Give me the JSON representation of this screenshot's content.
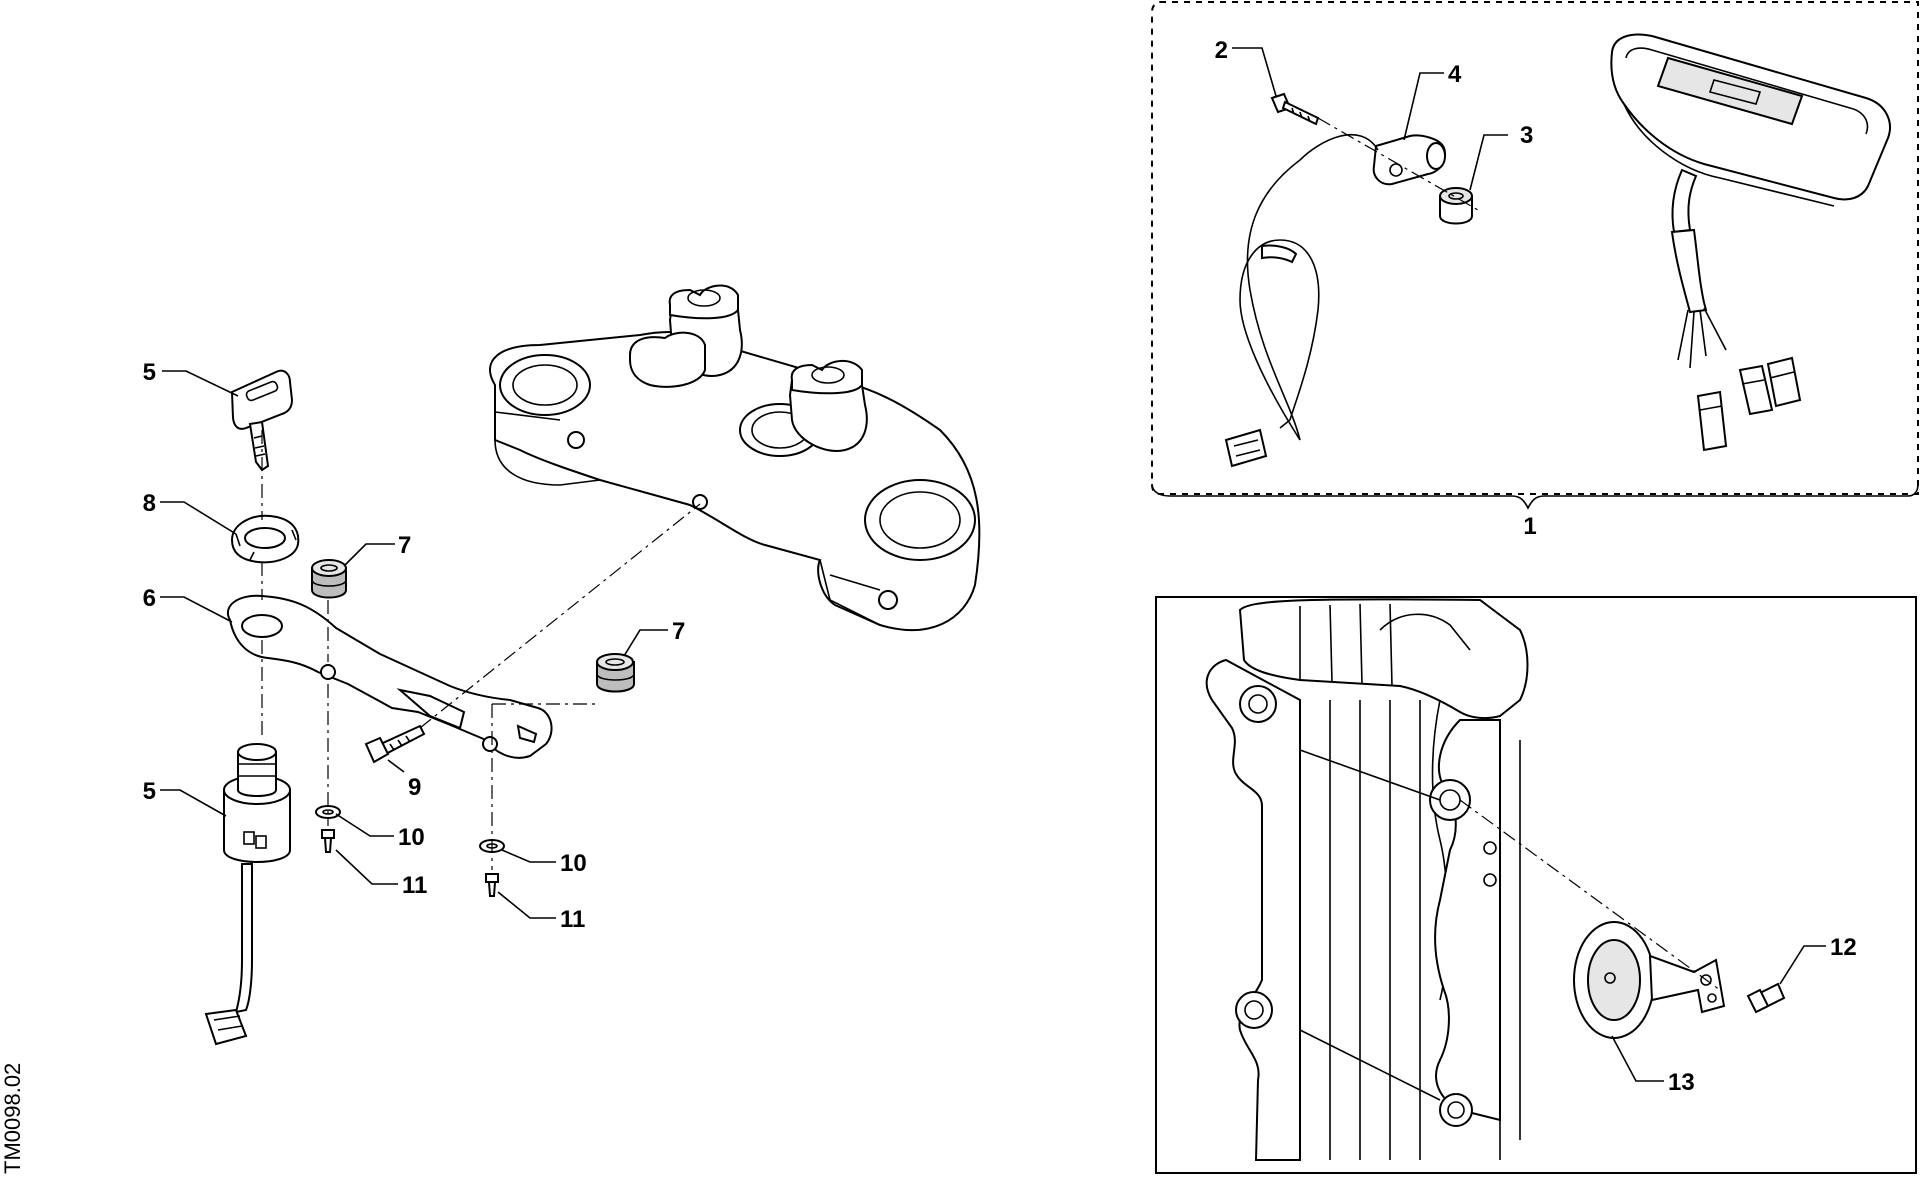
{
  "drawing_code": "TM0098.02",
  "callouts": {
    "c1": "1",
    "c2": "2",
    "c3": "3",
    "c4": "4",
    "c5_key": "5",
    "c5_switch": "5",
    "c6": "6",
    "c7_a": "7",
    "c7_b": "7",
    "c8": "8",
    "c9": "9",
    "c10_a": "10",
    "c10_b": "10",
    "c11_a": "11",
    "c11_b": "11",
    "c12": "12",
    "c13": "13"
  }
}
